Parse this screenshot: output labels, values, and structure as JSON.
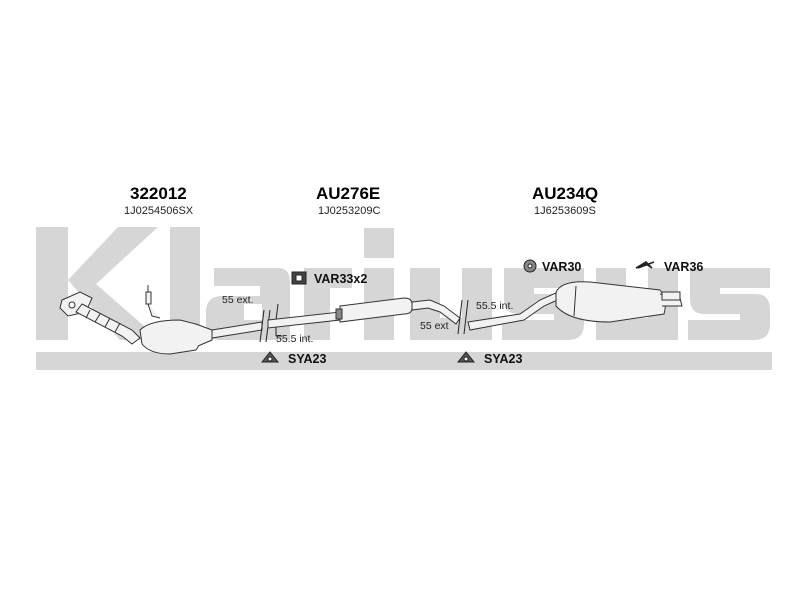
{
  "watermark": {
    "brand": "klarius",
    "color": "#d6d6d6"
  },
  "parts": [
    {
      "number": "322012",
      "reference": "1J0254506SX"
    },
    {
      "number": "AU276E",
      "reference": "1J0253209C"
    },
    {
      "number": "AU234Q",
      "reference": "1J6253609S"
    }
  ],
  "accessories": {
    "var33": "VAR33x2",
    "sya23_a": "SYA23",
    "sya23_b": "SYA23",
    "var30": "VAR30",
    "var36": "VAR36"
  },
  "joints": {
    "joint1_ext": "55 ext.",
    "joint1_int": "55.5 int.",
    "joint2_int": "55.5 int.",
    "joint2_ext": "55 ext"
  },
  "colors": {
    "pipe_fill": "#f2f2f2",
    "pipe_stroke": "#333333",
    "text": "#111111"
  }
}
